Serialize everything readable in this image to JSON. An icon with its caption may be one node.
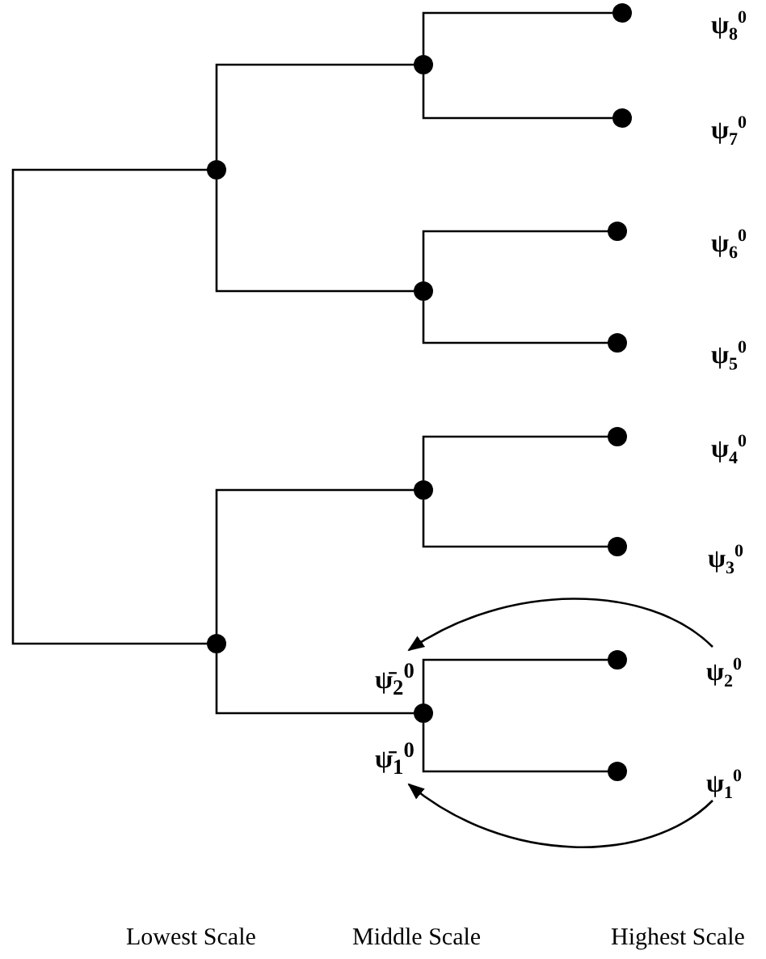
{
  "diagram": {
    "nodes": [
      {
        "text": [],
        "shape": "circle"
      },
      {
        "text": [],
        "shape": "circle"
      },
      {
        "text": [],
        "shape": "circle"
      },
      {
        "text": [],
        "shape": "circle"
      },
      {
        "text": [],
        "shape": "circle"
      },
      {
        "text": [],
        "shape": "circle"
      },
      {
        "text": [
          "ψ$_{8}$$^{0}$"
        ]
      },
      {
        "text": [
          "ψ$_{7}$$^{0}$"
        ]
      },
      {
        "text": [
          "ψ$_{6}$$^{0}$"
        ]
      },
      {
        "text": [
          "ψ$_{5}$$^{0}$"
        ]
      },
      {
        "text": [
          "ψ$_{4}$$^{0}$"
        ]
      },
      {
        "text": [
          "ψ$_{3}$$^{0}$"
        ]
      },
      {
        "text": [
          "ψ$_{2}$$^{0}$"
        ]
      },
      {
        "text": [
          "ψ$_{1}$$^{0}$"
        ]
      },
      {
        "text": [
          "ψ̄$_{2}$$^{0}$"
        ]
      },
      {
        "text": [
          "ψ̄$_{1}$$^{0}$"
        ]
      }
    ],
    "edges": [
      {
        "from": 0,
        "to": 1,
        "arrow": "none"
      },
      {
        "from": 0,
        "to": 2,
        "arrow": "none"
      },
      {
        "from": 0,
        "to": 3,
        "arrow": "none"
      },
      {
        "from": 1,
        "to": 4,
        "arrow": "none"
      },
      {
        "from": 1,
        "to": 5,
        "arrow": "none"
      },
      {
        "from": 2,
        "to": 6,
        "arrow": "none"
      },
      {
        "from": 2,
        "to": 7,
        "arrow": "none"
      },
      {
        "from": 3,
        "to": 8,
        "arrow": "none"
      },
      {
        "from": 3,
        "to": 9,
        "arrow": "none"
      },
      {
        "from": 4,
        "to": 10,
        "arrow": "none"
      },
      {
        "from": 4,
        "to": 11,
        "arrow": "none"
      },
      {
        "from": 5,
        "to": 12,
        "arrow": "none"
      },
      {
        "from": 5,
        "to": 13,
        "arrow": "none"
      },
      {
        "from": 12,
        "to": 14,
        "arrow": "to"
      },
      {
        "from": 13,
        "to": 15,
        "arrow": "to"
      }
    ],
    "labels": [
      "Lowest Scale",
      "Middle Scale",
      "Highest Scale"
    ]
  }
}
